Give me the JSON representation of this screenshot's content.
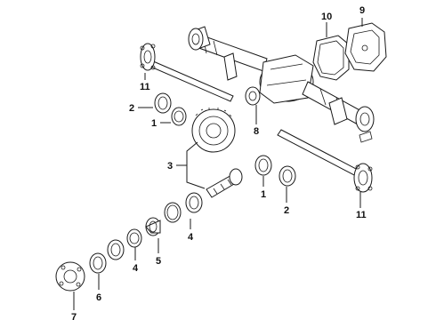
{
  "figure": {
    "kind": "rear axle exploded parts diagram",
    "line_color": "#1a1a1a",
    "background": "#ffffff"
  },
  "callouts": {
    "c1a": "1",
    "c1b": "1",
    "c2a": "2",
    "c2b": "2",
    "c3": "3",
    "c4a": "4",
    "c4b": "4",
    "c5": "5",
    "c6": "6",
    "c7": "7",
    "c8": "8",
    "c9": "9",
    "c10": "10",
    "c11a": "11",
    "c11b": "11"
  }
}
